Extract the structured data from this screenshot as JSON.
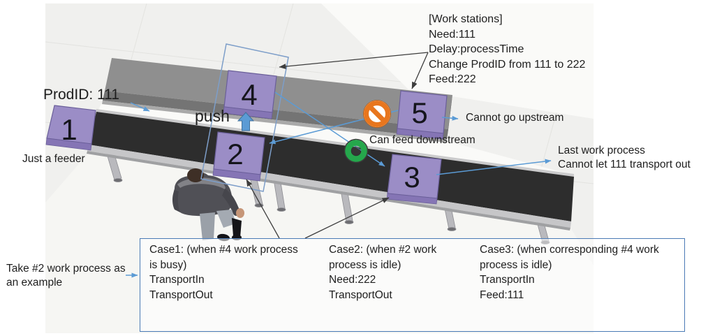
{
  "labels": {
    "prod_id": "ProdID: 111",
    "push": "push",
    "feeder": "Just a feeder",
    "can_feed_downstream": "Can feed downstream",
    "cannot_go_upstream": "Cannot go upstream",
    "last_work_1": "Last work process",
    "last_work_2": "Cannot let 111 transport out",
    "example_1": "Take #2 work process as",
    "example_2": "an example"
  },
  "note": {
    "line1": "[Work stations]",
    "line2": "Need:111",
    "line3": "Delay:processTime",
    "line4": "Change ProdID from 111 to 222",
    "line5": "Feed:222"
  },
  "stations": [
    {
      "label": "1"
    },
    {
      "label": "2"
    },
    {
      "label": "3"
    },
    {
      "label": "4"
    },
    {
      "label": "5"
    }
  ],
  "cases": [
    {
      "l1": "Case1: (when #4 work process",
      "l2": "is busy)",
      "l3": "TransportIn",
      "l4": "TransportOut"
    },
    {
      "l1": "Case2: (when #2 work",
      "l2": "process is idle)",
      "l3": "Need:222",
      "l4": "TransportOut"
    },
    {
      "l1": "Case3: (when corresponding #4 work",
      "l2": "process is idle)",
      "l3": "TransportIn",
      "l4": "Feed:111"
    }
  ],
  "icons": {
    "no_entry": "no-entry-icon",
    "can_feed": "green-ring-icon",
    "push_arrow": "up-arrow-icon"
  },
  "colors": {
    "annotation_blue": "#5b9bd5",
    "selection_rect_blue": "#7d9ec9",
    "station_purple": "#9b8dc6",
    "no_entry_orange": "#e8761e",
    "ok_green": "#25a74c",
    "belt_dark": "#2d2d2d",
    "conveyor_gray": "#8f8f8f"
  }
}
